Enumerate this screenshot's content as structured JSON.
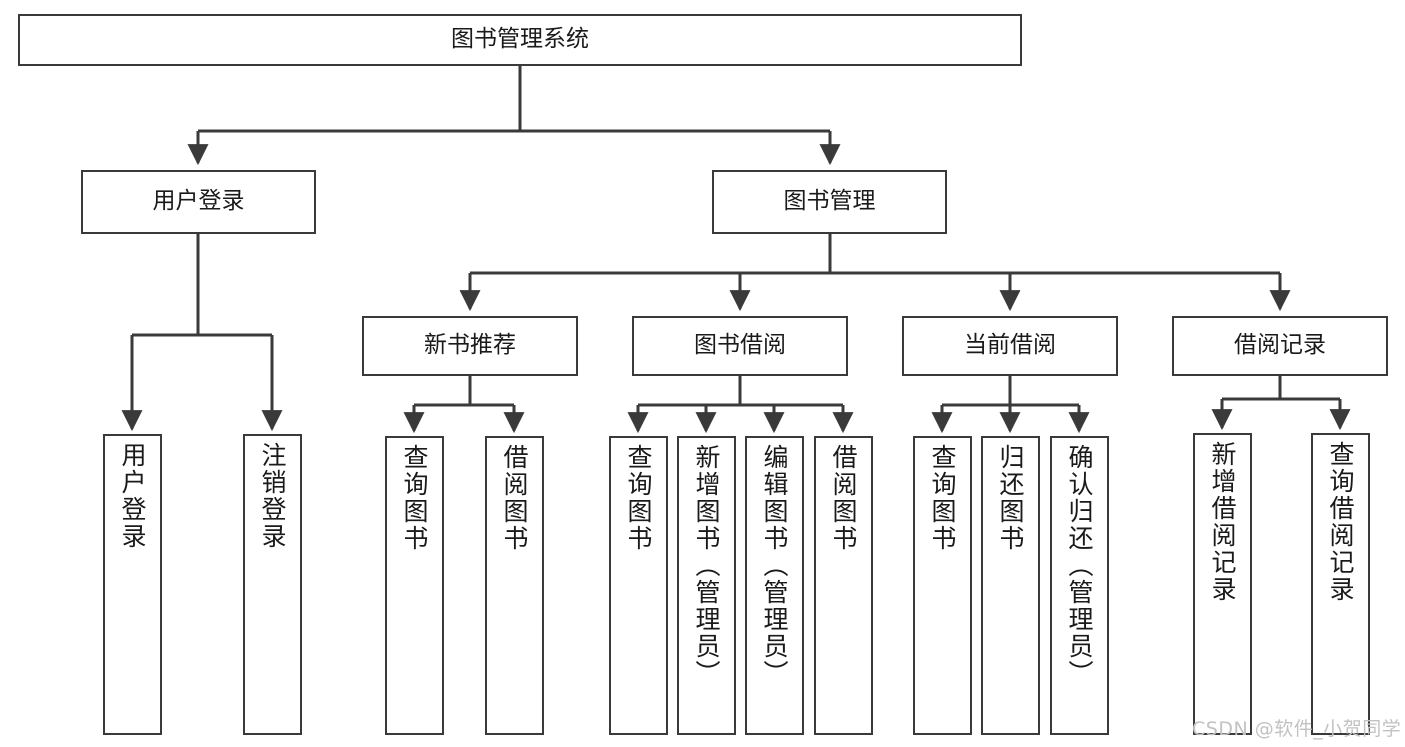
{
  "diagram": {
    "type": "hierarchy-tree",
    "title": "图书管理系统",
    "watermark": "CSDN @软件_小贺同学",
    "colors": {
      "box_border": "#3a3a3a",
      "box_fill": "#ffffff",
      "connector": "#3a3a3a",
      "text": "#1a1a1a",
      "watermark": "#c2c2c2",
      "background": "#ffffff"
    },
    "root": {
      "label": "图书管理系统"
    },
    "level2": [
      {
        "label": "用户登录"
      },
      {
        "label": "图书管理"
      }
    ],
    "level3": [
      {
        "label": "新书推荐"
      },
      {
        "label": "图书借阅"
      },
      {
        "label": "当前借阅"
      },
      {
        "label": "借阅记录"
      }
    ],
    "leaves": {
      "user_login": [
        {
          "label": "用户登录"
        },
        {
          "label": "注销登录"
        }
      ],
      "new_book_recommend": [
        {
          "label": "查询图书"
        },
        {
          "label": "借阅图书"
        }
      ],
      "book_borrow": [
        {
          "label": "查询图书"
        },
        {
          "label": "新增图书（管理员）"
        },
        {
          "label": "编辑图书（管理员）"
        },
        {
          "label": "借阅图书"
        }
      ],
      "current_borrow": [
        {
          "label": "查询图书"
        },
        {
          "label": "归还图书"
        },
        {
          "label": "确认归还（管理员）"
        }
      ],
      "borrow_record": [
        {
          "label": "新增借阅记录"
        },
        {
          "label": "查询借阅记录"
        }
      ]
    }
  }
}
